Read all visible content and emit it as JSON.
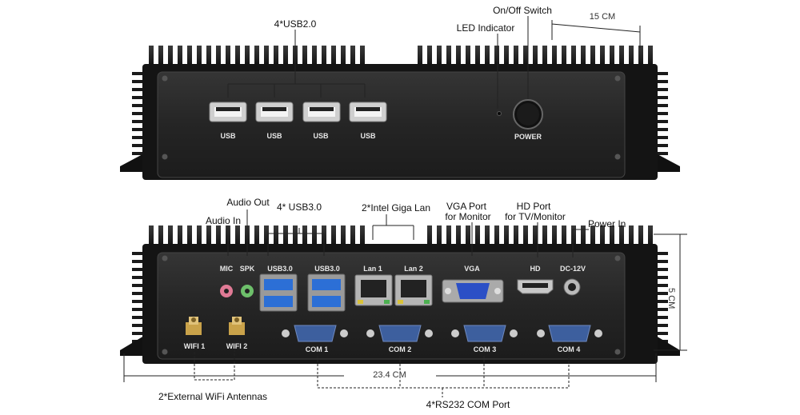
{
  "top_view": {
    "callouts": {
      "usb2": "4*USB2.0",
      "led": "LED Indicator",
      "switch": "On/Off Switch",
      "width_dim": "15 CM"
    },
    "panel_labels": {
      "usb": [
        "USB",
        "USB",
        "USB",
        "USB"
      ],
      "power": "POWER"
    }
  },
  "bottom_view": {
    "callouts": {
      "audio_out": "Audio Out",
      "audio_in": "Audio In",
      "usb3": "4* USB3.0",
      "lan": "2*Intel Giga Lan",
      "vga_1": "VGA Port",
      "vga_2": "for Monitor",
      "hd_1": "HD Port",
      "hd_2": "for TV/Monitor",
      "power_in": "Power In",
      "height_dim": "5 CM",
      "length_dim": "23.4 CM",
      "wifi": "2*External WiFi Antennas",
      "com": "4*RS232 COM Port"
    },
    "panel_labels": {
      "mic": "MIC",
      "spk": "SPK",
      "usb3": [
        "USB3.0",
        "USB3.0"
      ],
      "lan": [
        "Lan 1",
        "Lan 2"
      ],
      "vga": "VGA",
      "hd": "HD",
      "dc": "DC-12V",
      "wifi": [
        "WIFI 1",
        "WIFI 2"
      ],
      "com": [
        "COM 1",
        "COM 2",
        "COM 3",
        "COM 4"
      ]
    }
  },
  "colors": {
    "chassis": "#1a1a1a",
    "panel": "#2b2b2b",
    "usb3_blue": "#2c6fd6",
    "vga_blue": "#2b4fc6",
    "antenna_gold": "#c9a24a",
    "mic_pink": "#e07a95",
    "spk_green": "#6dbf6a"
  }
}
